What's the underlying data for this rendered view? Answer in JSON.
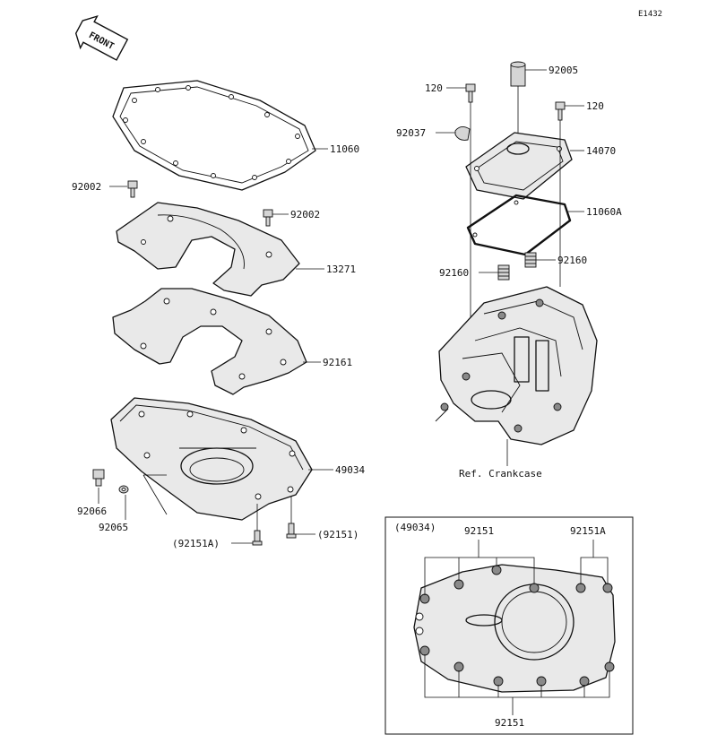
{
  "diagram_code": "E1432",
  "front_label": "FRONT",
  "ref_label": "Ref. Crankcase",
  "detail_ref": "(49034)",
  "parts": {
    "p11060": "11060",
    "p92002a": "92002",
    "p92002b": "92002",
    "p13271": "13271",
    "p92161": "92161",
    "p49034": "49034",
    "p92066": "92066",
    "p92065": "92065",
    "p92151a_paren": "(92151A)",
    "p92151_paren": "(92151)",
    "p120a": "120",
    "p92005": "92005",
    "p120b": "120",
    "p92037": "92037",
    "p14070": "14070",
    "p11060a": "11060A",
    "p92160a": "92160",
    "p92160b": "92160",
    "p92151_top": "92151",
    "p92151a_top": "92151A",
    "p92151_bottom": "92151"
  }
}
